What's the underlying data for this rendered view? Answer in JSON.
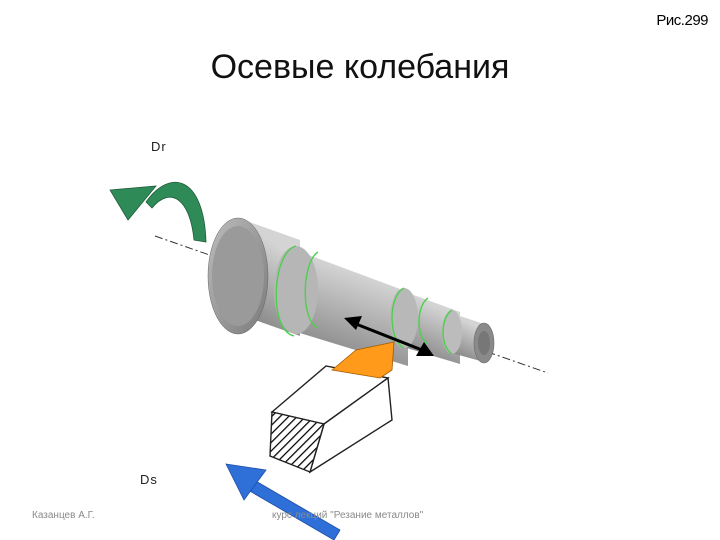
{
  "figure_number": "Рис.299",
  "title": "Осевые колебания",
  "labels": {
    "rotation": "Dr",
    "feed": "Ds"
  },
  "footer": {
    "author": "Казанцев А.Г.",
    "course": "курс лекций \"Резание металлов\""
  },
  "colors": {
    "rotation_arrow": "#2e8b57",
    "feed_arrow": "#2f6fd8",
    "tool_tip": "#ff9a1a",
    "machined_edge": "#4cd04c",
    "workpiece": "#a8a8a8"
  }
}
